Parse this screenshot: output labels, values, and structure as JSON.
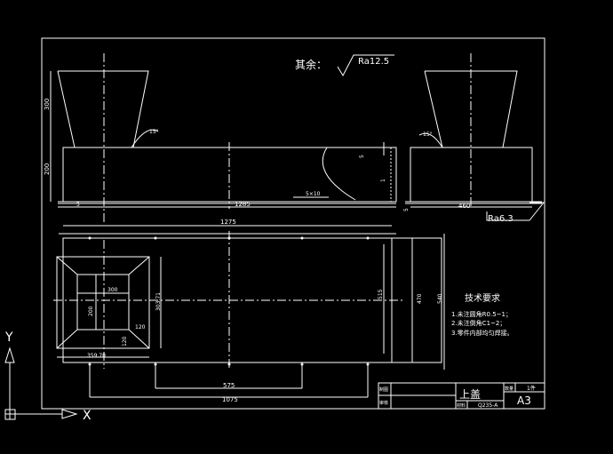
{
  "drawing": {
    "roughness_note": {
      "label": "其余：",
      "value": "Ra12.5"
    },
    "roughness_bottom": "Ra6.3",
    "front_dims": {
      "h_top": "300",
      "h_low": "200",
      "angle": "15°",
      "length": "1285",
      "left_offset": "5",
      "gap": "5",
      "slot": "5×10",
      "right_gap": "1"
    },
    "side_dims": {
      "width": "460",
      "angle": "15°",
      "gap": "5"
    },
    "plan_dims": {
      "length": "1275",
      "hole_span": "575",
      "overall": "1075",
      "inner_w": "300",
      "inner_h": "200",
      "outer_h": "303.71",
      "outer_w": "359.70",
      "r1": "120",
      "r2": "120",
      "h_515": "515",
      "h_470": "470",
      "h_540": "540"
    },
    "tech": {
      "title": "技术要求",
      "items": [
        "1.未注圆角R0.5~1；",
        "2.未注倒角C1~2；",
        "3.零件内部均匀焊接。"
      ]
    },
    "title_block": {
      "name": "上盖",
      "material_label": "材料",
      "material": "Q235-A",
      "qty_label": "数量",
      "qty": "1件",
      "size": "A3",
      "row1": "制图",
      "row2": "审核"
    },
    "ucs": {
      "x": "X",
      "y": "Y"
    }
  }
}
